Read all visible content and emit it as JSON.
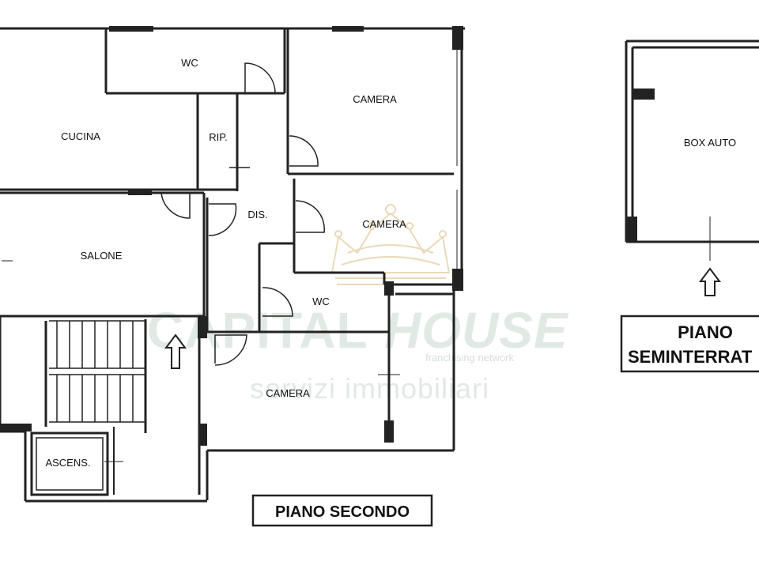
{
  "watermark": {
    "brand_part1": "CAPITAL",
    "brand_part2": "HOUSE",
    "tagline": "franchising network",
    "subtitle": "servizi immobiliari"
  },
  "floors": {
    "second_floor_label": "PIANO SECONDO",
    "basement_label_line1": "PIANO",
    "basement_label_line2": "SEMINTERRAT"
  },
  "rooms": {
    "wc_top": "WC",
    "cucina": "CUCINA",
    "rip": "RIP.",
    "camera_top": "CAMERA",
    "camera_middle": "CAMERA",
    "dis": "DIS.",
    "salone": "SALONE",
    "wc_middle": "WC",
    "camera_bottom": "CAMERA",
    "ascens": "ASCENS.",
    "box_auto": "BOX AUTO"
  },
  "colors": {
    "wall": "#222222",
    "watermark": "#c9d8cf"
  },
  "icons": [
    "entrance-arrow-icon",
    "garage-entrance-arrow-icon",
    "crown-logo-icon"
  ]
}
